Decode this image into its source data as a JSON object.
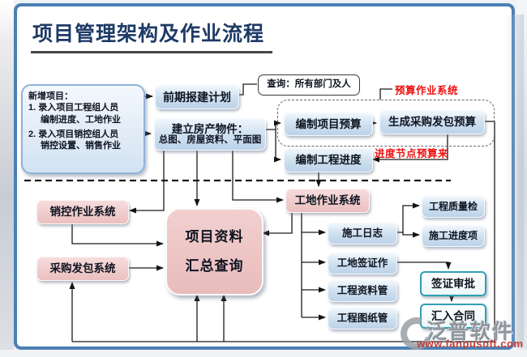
{
  "title": "项目管理架构及作业流程",
  "diagram": {
    "new_project": {
      "heading": "新增项目：",
      "item1": "1. 录入项目工程组人员",
      "item1_cont": "编制进度、工地作业",
      "item2": "2. 录入项目销控组人员",
      "item2_cont": "销控设置、销售作业"
    },
    "pre_report": "前期报建计划",
    "query": "查询：所有部门及人",
    "build_property_title": "建立房产物件：",
    "build_property_sub": "总图、房屋资料、平面图",
    "compile_budget": "编制项目预算",
    "gen_purchase_budget": "生成采购发包预算",
    "compile_schedule": "编制工程进度",
    "sales_control_system": "销控作业系统",
    "purchase_system": "采购发包系统",
    "summary_line1": "项目资料",
    "summary_line2": "汇总查询",
    "site_system": "工地作业系统",
    "construction_log": "施工日志",
    "quality_check": "工程质量检",
    "progress_item": "施工进度项",
    "site_visa": "工地签证作",
    "doc_manage": "工程资料管",
    "drawing_manage": "工程图纸管",
    "visa_approval": "签证审批",
    "into_contract": "汇入合同",
    "label_budget_system": "预算作业系统",
    "label_schedule_note": "进度节点预算来"
  },
  "watermark": {
    "brand": "泛普软件",
    "url": "www.fanpusoft.com"
  },
  "colors": {
    "frame_blue": "#4c7fb5",
    "title_navy": "#1e3a66",
    "annotation_red": "#ee0f0f",
    "blue_node": "#cfe0f0",
    "pink_node": "#eabfbf",
    "teal_border": "#2f9fb4"
  }
}
